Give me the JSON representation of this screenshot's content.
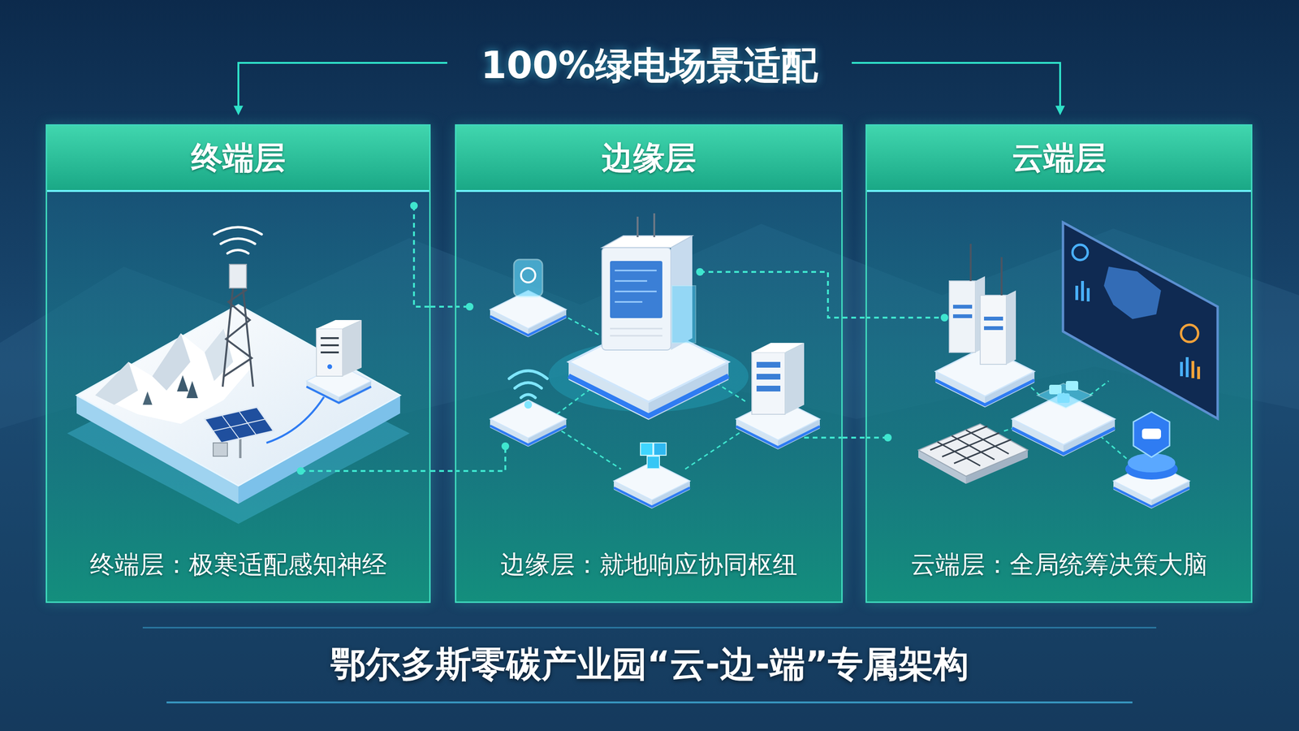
{
  "diagram": {
    "title": "100%绿电场景适配",
    "caption": "鄂尔多斯零碳产业园“云-边-端”专属架构",
    "nodes": [
      {
        "text": [
          "终端层",
          "终端层：极寒适配感知神经"
        ]
      },
      {
        "text": [
          "边缘层",
          "边缘层：就地响应协同枢纽"
        ]
      },
      {
        "text": [
          "云端层",
          "云端层：全局统筹决策大脑"
        ]
      }
    ],
    "edges": [
      {
        "from": 0,
        "to": 1,
        "arrow": "none"
      },
      {
        "from": 0,
        "to": 1,
        "arrow": "none"
      },
      {
        "from": 1,
        "to": 2,
        "arrow": "none"
      },
      {
        "from": 1,
        "to": 2,
        "arrow": "none"
      }
    ]
  }
}
